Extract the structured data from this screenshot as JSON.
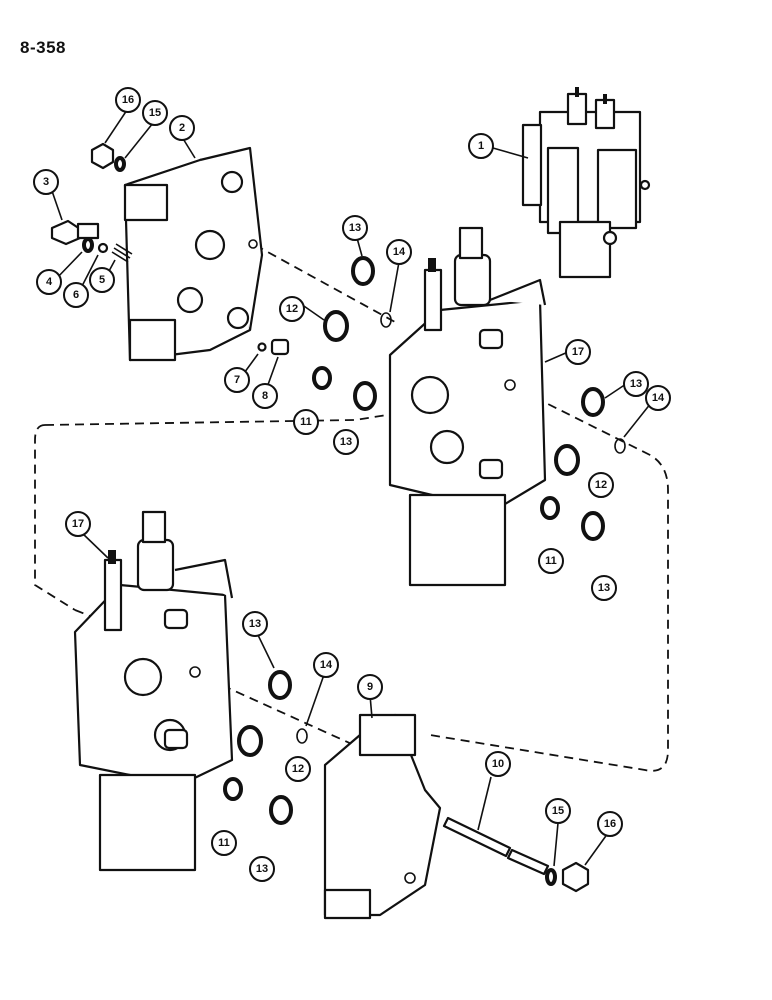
{
  "page_number": "8-358",
  "callouts": [
    {
      "label": "1"
    },
    {
      "label": "2"
    },
    {
      "label": "3"
    },
    {
      "label": "4"
    },
    {
      "label": "5"
    },
    {
      "label": "6"
    },
    {
      "label": "7"
    },
    {
      "label": "8"
    },
    {
      "label": "9"
    },
    {
      "label": "10"
    },
    {
      "label": "11"
    },
    {
      "label": "11"
    },
    {
      "label": "11"
    },
    {
      "label": "12"
    },
    {
      "label": "12"
    },
    {
      "label": "12"
    },
    {
      "label": "13"
    },
    {
      "label": "13"
    },
    {
      "label": "13"
    },
    {
      "label": "13"
    },
    {
      "label": "13"
    },
    {
      "label": "13"
    },
    {
      "label": "14"
    },
    {
      "label": "14"
    },
    {
      "label": "14"
    },
    {
      "label": "15"
    },
    {
      "label": "15"
    },
    {
      "label": "16"
    },
    {
      "label": "16"
    },
    {
      "label": "17"
    },
    {
      "label": "17"
    }
  ]
}
